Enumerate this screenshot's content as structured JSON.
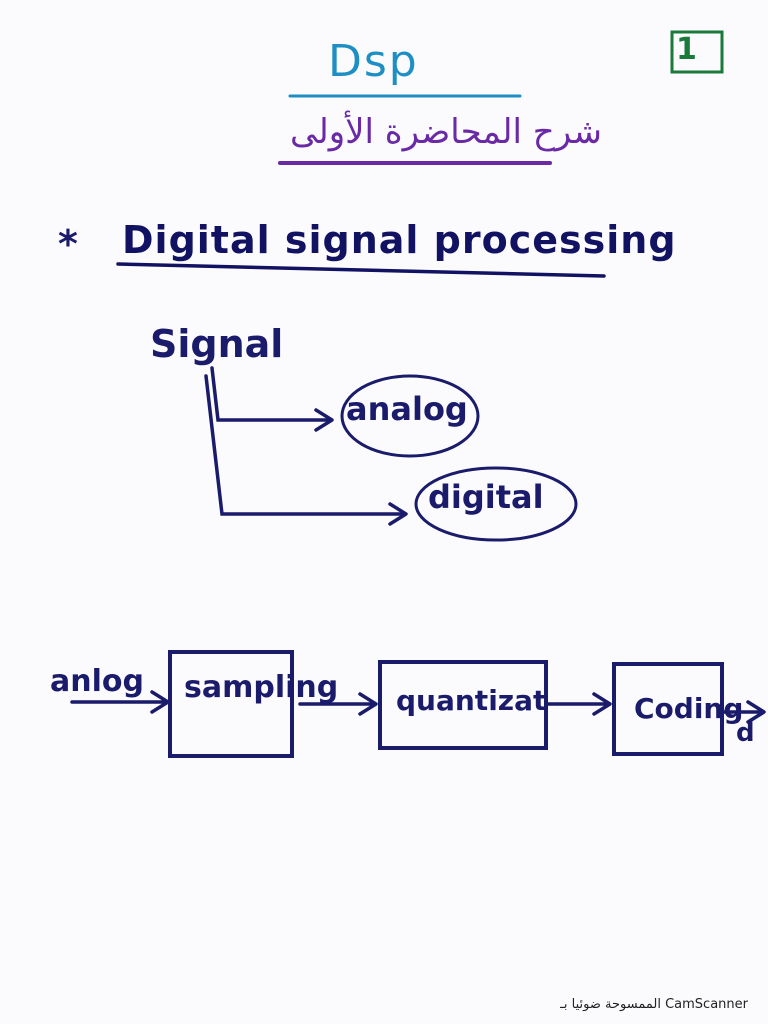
{
  "page": {
    "title": "Dsp",
    "subtitle": "شرح المحاضرة الأولى",
    "page_number": "1",
    "heading_bullet": "*",
    "heading": "Digital signal processing"
  },
  "tree": {
    "root": "Signal",
    "branches": [
      "analog",
      "digital"
    ]
  },
  "pipeline": {
    "input": "anlog",
    "stages": [
      "sampling",
      "quantizat",
      "Coding"
    ],
    "output": "d"
  },
  "footer": {
    "scanner_text": "الممسوحة ضوئيا بـ CamScanner"
  },
  "colors": {
    "ink": "#1b1b6b",
    "title_ink": "#1e8fc4",
    "subtitle_ink": "#6a2aa6",
    "page_number_ink": "#1a7a3a"
  }
}
